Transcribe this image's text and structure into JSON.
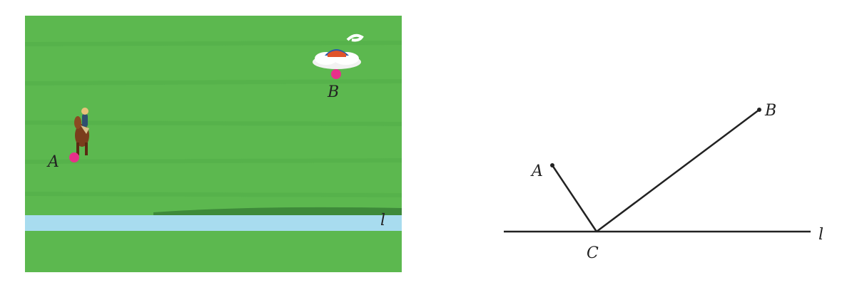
{
  "scene": {
    "grass_color": "#5cb84f",
    "river_color": "#a8dcef",
    "point_color": "#e8308a",
    "point_a_label": "A",
    "point_b_label": "B",
    "line_label": "l",
    "icons": [
      "horse-rider-icon",
      "yurt-on-cloud-icon"
    ]
  },
  "geometry": {
    "point_a_label": "A",
    "point_b_label": "B",
    "point_c_label": "C",
    "line_label": "l",
    "stroke_color": "#222222"
  }
}
